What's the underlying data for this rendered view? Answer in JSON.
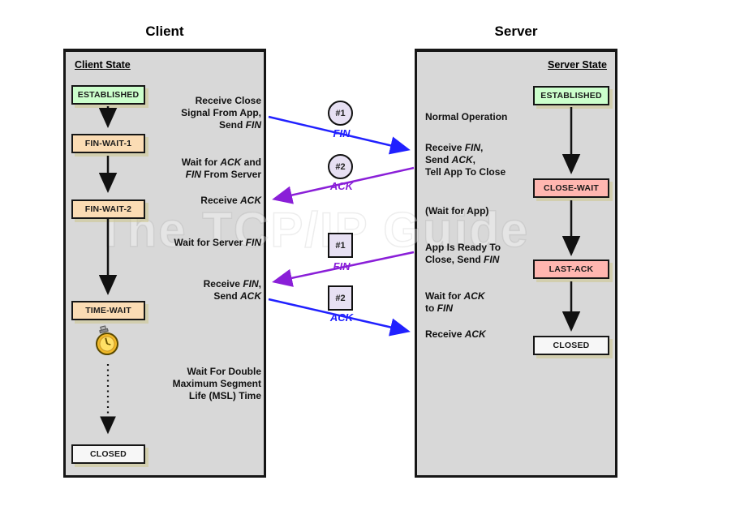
{
  "watermark": "The TCP/IP Guide",
  "titles": {
    "client": "Client",
    "server": "Server"
  },
  "client": {
    "header": "Client State",
    "states": [
      {
        "label": "ESTABLISHED",
        "color": "#ccffcc"
      },
      {
        "label": "FIN-WAIT-1",
        "color": "#fbdcb4"
      },
      {
        "label": "FIN-WAIT-2",
        "color": "#fbdcb4"
      },
      {
        "label": "TIME-WAIT",
        "color": "#fbdcb4"
      },
      {
        "label": "CLOSED",
        "color": "#f7f7f7"
      }
    ],
    "annotations": [
      {
        "lines": [
          [
            {
              "t": "Receive Close"
            }
          ],
          [
            {
              "t": "Signal From App,"
            }
          ],
          [
            {
              "t": "Send "
            },
            {
              "t": "FIN",
              "i": true
            }
          ]
        ]
      },
      {
        "lines": [
          [
            {
              "t": "Wait for "
            },
            {
              "t": "ACK",
              "i": true
            },
            {
              "t": " and"
            }
          ],
          [
            {
              "t": "FIN",
              "i": true
            },
            {
              "t": " From Server"
            }
          ]
        ]
      },
      {
        "lines": [
          [
            {
              "t": "Receive "
            },
            {
              "t": "ACK",
              "i": true
            }
          ]
        ]
      },
      {
        "lines": [
          [
            {
              "t": "Wait for Server "
            },
            {
              "t": "FIN",
              "i": true
            }
          ]
        ]
      },
      {
        "lines": [
          [
            {
              "t": "Receive "
            },
            {
              "t": "FIN",
              "i": true
            },
            {
              "t": ","
            }
          ],
          [
            {
              "t": "Send "
            },
            {
              "t": "ACK",
              "i": true
            }
          ]
        ]
      },
      {
        "lines": [
          [
            {
              "t": "Wait For Double"
            }
          ],
          [
            {
              "t": "Maximum Segment"
            }
          ],
          [
            {
              "t": "Life (MSL) Time"
            }
          ]
        ]
      }
    ]
  },
  "server": {
    "header": "Server State",
    "states": [
      {
        "label": "ESTABLISHED",
        "color": "#ccffcc"
      },
      {
        "label": "CLOSE-WAIT",
        "color": "#ffb6b0"
      },
      {
        "label": "LAST-ACK",
        "color": "#ffb6b0"
      },
      {
        "label": "CLOSED",
        "color": "#f7f7f7"
      }
    ],
    "annotations": [
      {
        "lines": [
          [
            {
              "t": "Normal Operation"
            }
          ]
        ]
      },
      {
        "lines": [
          [
            {
              "t": "Receive "
            },
            {
              "t": "FIN",
              "i": true
            },
            {
              "t": ","
            }
          ],
          [
            {
              "t": "Send "
            },
            {
              "t": "ACK",
              "i": true
            },
            {
              "t": ","
            }
          ],
          [
            {
              "t": "Tell App To Close"
            }
          ]
        ]
      },
      {
        "lines": [
          [
            {
              "t": "(Wait for App)"
            }
          ]
        ]
      },
      {
        "lines": [
          [
            {
              "t": "App Is Ready To"
            }
          ],
          [
            {
              "t": "Close, Send "
            },
            {
              "t": "FIN",
              "i": true
            }
          ]
        ]
      },
      {
        "lines": [
          [
            {
              "t": "Wait for "
            },
            {
              "t": "ACK",
              "i": true
            }
          ],
          [
            {
              "t": "to "
            },
            {
              "t": "FIN",
              "i": true
            }
          ]
        ]
      },
      {
        "lines": [
          [
            {
              "t": "Receive "
            },
            {
              "t": "ACK",
              "i": true
            }
          ]
        ]
      }
    ]
  },
  "messages": [
    {
      "badge": "#1",
      "label": "FIN",
      "shape": "circle",
      "direction": "client-to-server",
      "color": "#2121ff"
    },
    {
      "badge": "#2",
      "label": "ACK",
      "shape": "circle",
      "direction": "server-to-client",
      "color": "#8a1fd8"
    },
    {
      "badge": "#1",
      "label": "FIN",
      "shape": "square",
      "direction": "server-to-client",
      "color": "#8a1fd8"
    },
    {
      "badge": "#2",
      "label": "ACK",
      "shape": "square",
      "direction": "client-to-server",
      "color": "#2121ff"
    }
  ],
  "colors": {
    "panel_bg": "#d8d8d8",
    "established_green": "#ccffcc",
    "fin_wait_peach": "#fbdcb4",
    "close_wait_pink": "#ffb6b0",
    "closed_white": "#f7f7f7",
    "arrow_blue": "#2121ff",
    "arrow_purple": "#8a1fd8",
    "box_shadow_khaki": "#d9d3a0"
  },
  "icons": {
    "stopwatch": "stopwatch-icon"
  }
}
